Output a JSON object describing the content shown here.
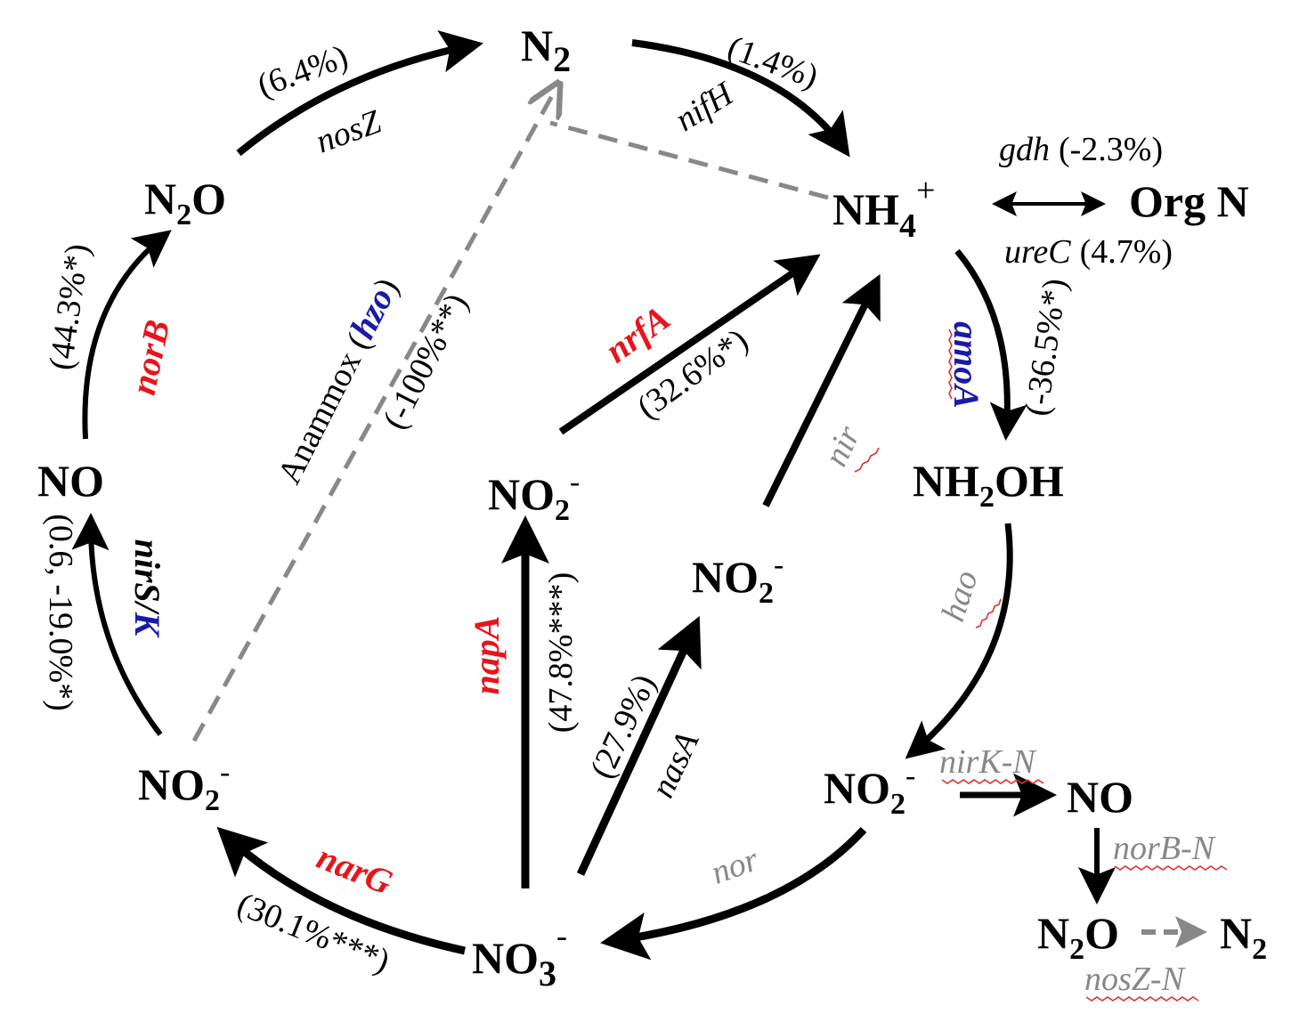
{
  "colors": {
    "black": "#000000",
    "red": "#e8141b",
    "blue": "#1a1aa8",
    "gray": "#888888"
  },
  "nodes": {
    "n2_top": {
      "base": "N",
      "sub": "2"
    },
    "nh4": {
      "base": "NH",
      "sub": "4",
      "sup": "+"
    },
    "org_n": {
      "label": "Org N"
    },
    "n2o_left": {
      "base": "N",
      "sub": "2",
      "tail": "O"
    },
    "no_left": {
      "label": "NO"
    },
    "no2_left": {
      "base": "NO",
      "sub": "2",
      "sup": "-"
    },
    "no2_mid": {
      "base": "NO",
      "sub": "2",
      "sup": "-"
    },
    "no2_center": {
      "base": "NO",
      "sub": "2",
      "sup": "-"
    },
    "nh2oh": {
      "base": "NH",
      "sub": "2",
      "tail": "OH"
    },
    "no2_right": {
      "base": "NO",
      "sub": "2",
      "sup": "-"
    },
    "no_right": {
      "label": "NO"
    },
    "n2o_right": {
      "base": "N",
      "sub": "2",
      "tail": "O"
    },
    "n2_right": {
      "base": "N",
      "sub": "2"
    },
    "no3": {
      "base": "NO",
      "sub": "3",
      "sup": "-"
    }
  },
  "labels": {
    "nosz_gene": "nosZ",
    "nosz_pct": "(6.4%)",
    "nifh_gene": "nifH",
    "nifh_pct": "(1.4%)",
    "gdh_gene": "gdh",
    "gdh_pct": "(-2.3%)",
    "urec_gene": "ureC",
    "urec_pct": "(4.7%)",
    "norb_gene": "norB",
    "norb_pct": "(44.3%*)",
    "anammox_text": "Anammox (",
    "hzo_gene": "hzo",
    "anammox_close": ")",
    "anammox_pct": "(-100%**)",
    "nrfa_gene": "nrfA",
    "nrfa_pct": "(32.6%*)",
    "amoa_gene": "amoA",
    "amoa_pct": "(-36.5%*)",
    "nir_gene": "nir",
    "nirsk_gene_a": "nirS/",
    "nirsk_gene_b": "K",
    "nirsk_pct": "(0.6, -19.0%*)",
    "napa_gene": "napA",
    "napa_pct": "(47.8%***)",
    "nasa_gene": "nasA",
    "nasa_pct": "(27.9%)",
    "hao_gene": "hao",
    "nirkn_gene": "nirK-N",
    "norbn_gene": "norB-N",
    "noszn_gene": "nosZ-N",
    "narg_gene": "narG",
    "narg_pct": "(30.1%***)",
    "nor_gene": "nor"
  }
}
